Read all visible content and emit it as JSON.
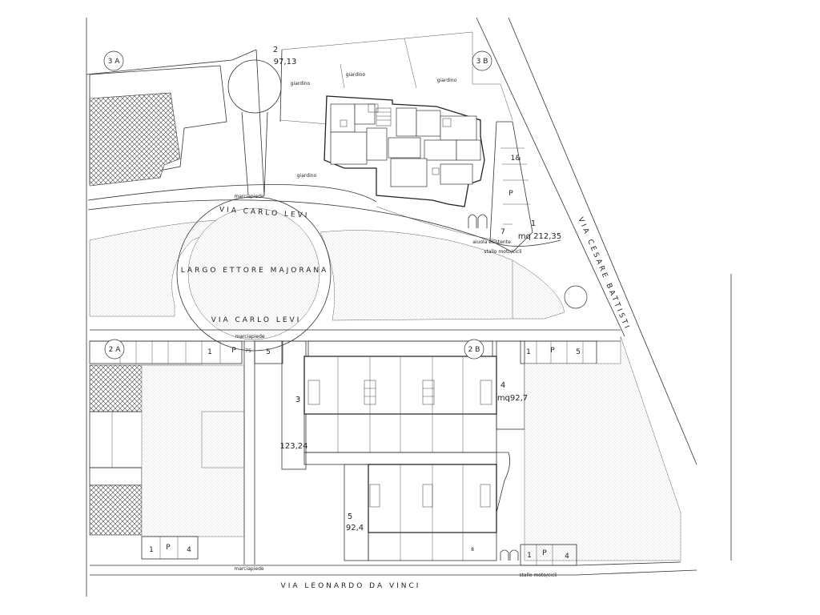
{
  "streets": {
    "carlo_levi_top": "VIA CARLO LEVI",
    "carlo_levi_bottom": "VIA CARLO LEVI",
    "largo": "LARGO ETTORE MAJORANA",
    "cesare_battisti": "VIA CESARE BATTISTI",
    "leonardo": "VIA LEONARDO DA VINCI"
  },
  "markers": {
    "m3a": "3 A",
    "m3b": "3 B",
    "m2a": "2 A",
    "m2b": "2 B"
  },
  "lots": {
    "lot2_num": "2",
    "lot2_area": "97,13",
    "lot1_num": "1",
    "lot1_area": "mq 212,35",
    "lot3_num": "3",
    "lot3_area": "123,24",
    "lot4_num": "4",
    "lot4_area": "mq92,7",
    "lot5_num": "5",
    "lot5_area": "92,4"
  },
  "labels": {
    "marciapiede_top": "marciapiede",
    "marciapiede_mid": "marciapiede",
    "marciapiede_bottom": "marciapiede",
    "giardino_1": "giardino",
    "giardino_2": "giardino",
    "giardino_3": "giardino",
    "giardino_4": "giardino",
    "stallo_top": "stallo moto/cicli",
    "stallo_bottom": "stallo moto/cicli",
    "aiuola": "aiuola esistente"
  },
  "parking": {
    "right_top_1": "1",
    "right_top_p": "P",
    "right_top_7": "7",
    "right_top_acc": "1&",
    "left_mid_1": "1",
    "left_mid_p": "P",
    "left_mid_75": "75",
    "left_mid_5": "5",
    "right_mid_1": "1",
    "right_mid_p": "P",
    "right_mid_5": "5",
    "bot_left_1": "1",
    "bot_left_p": "P",
    "bot_left_4": "4",
    "bot_right_1": "1",
    "bot_right_p": "P",
    "bot_right_4": "4",
    "unit_8": "8"
  }
}
